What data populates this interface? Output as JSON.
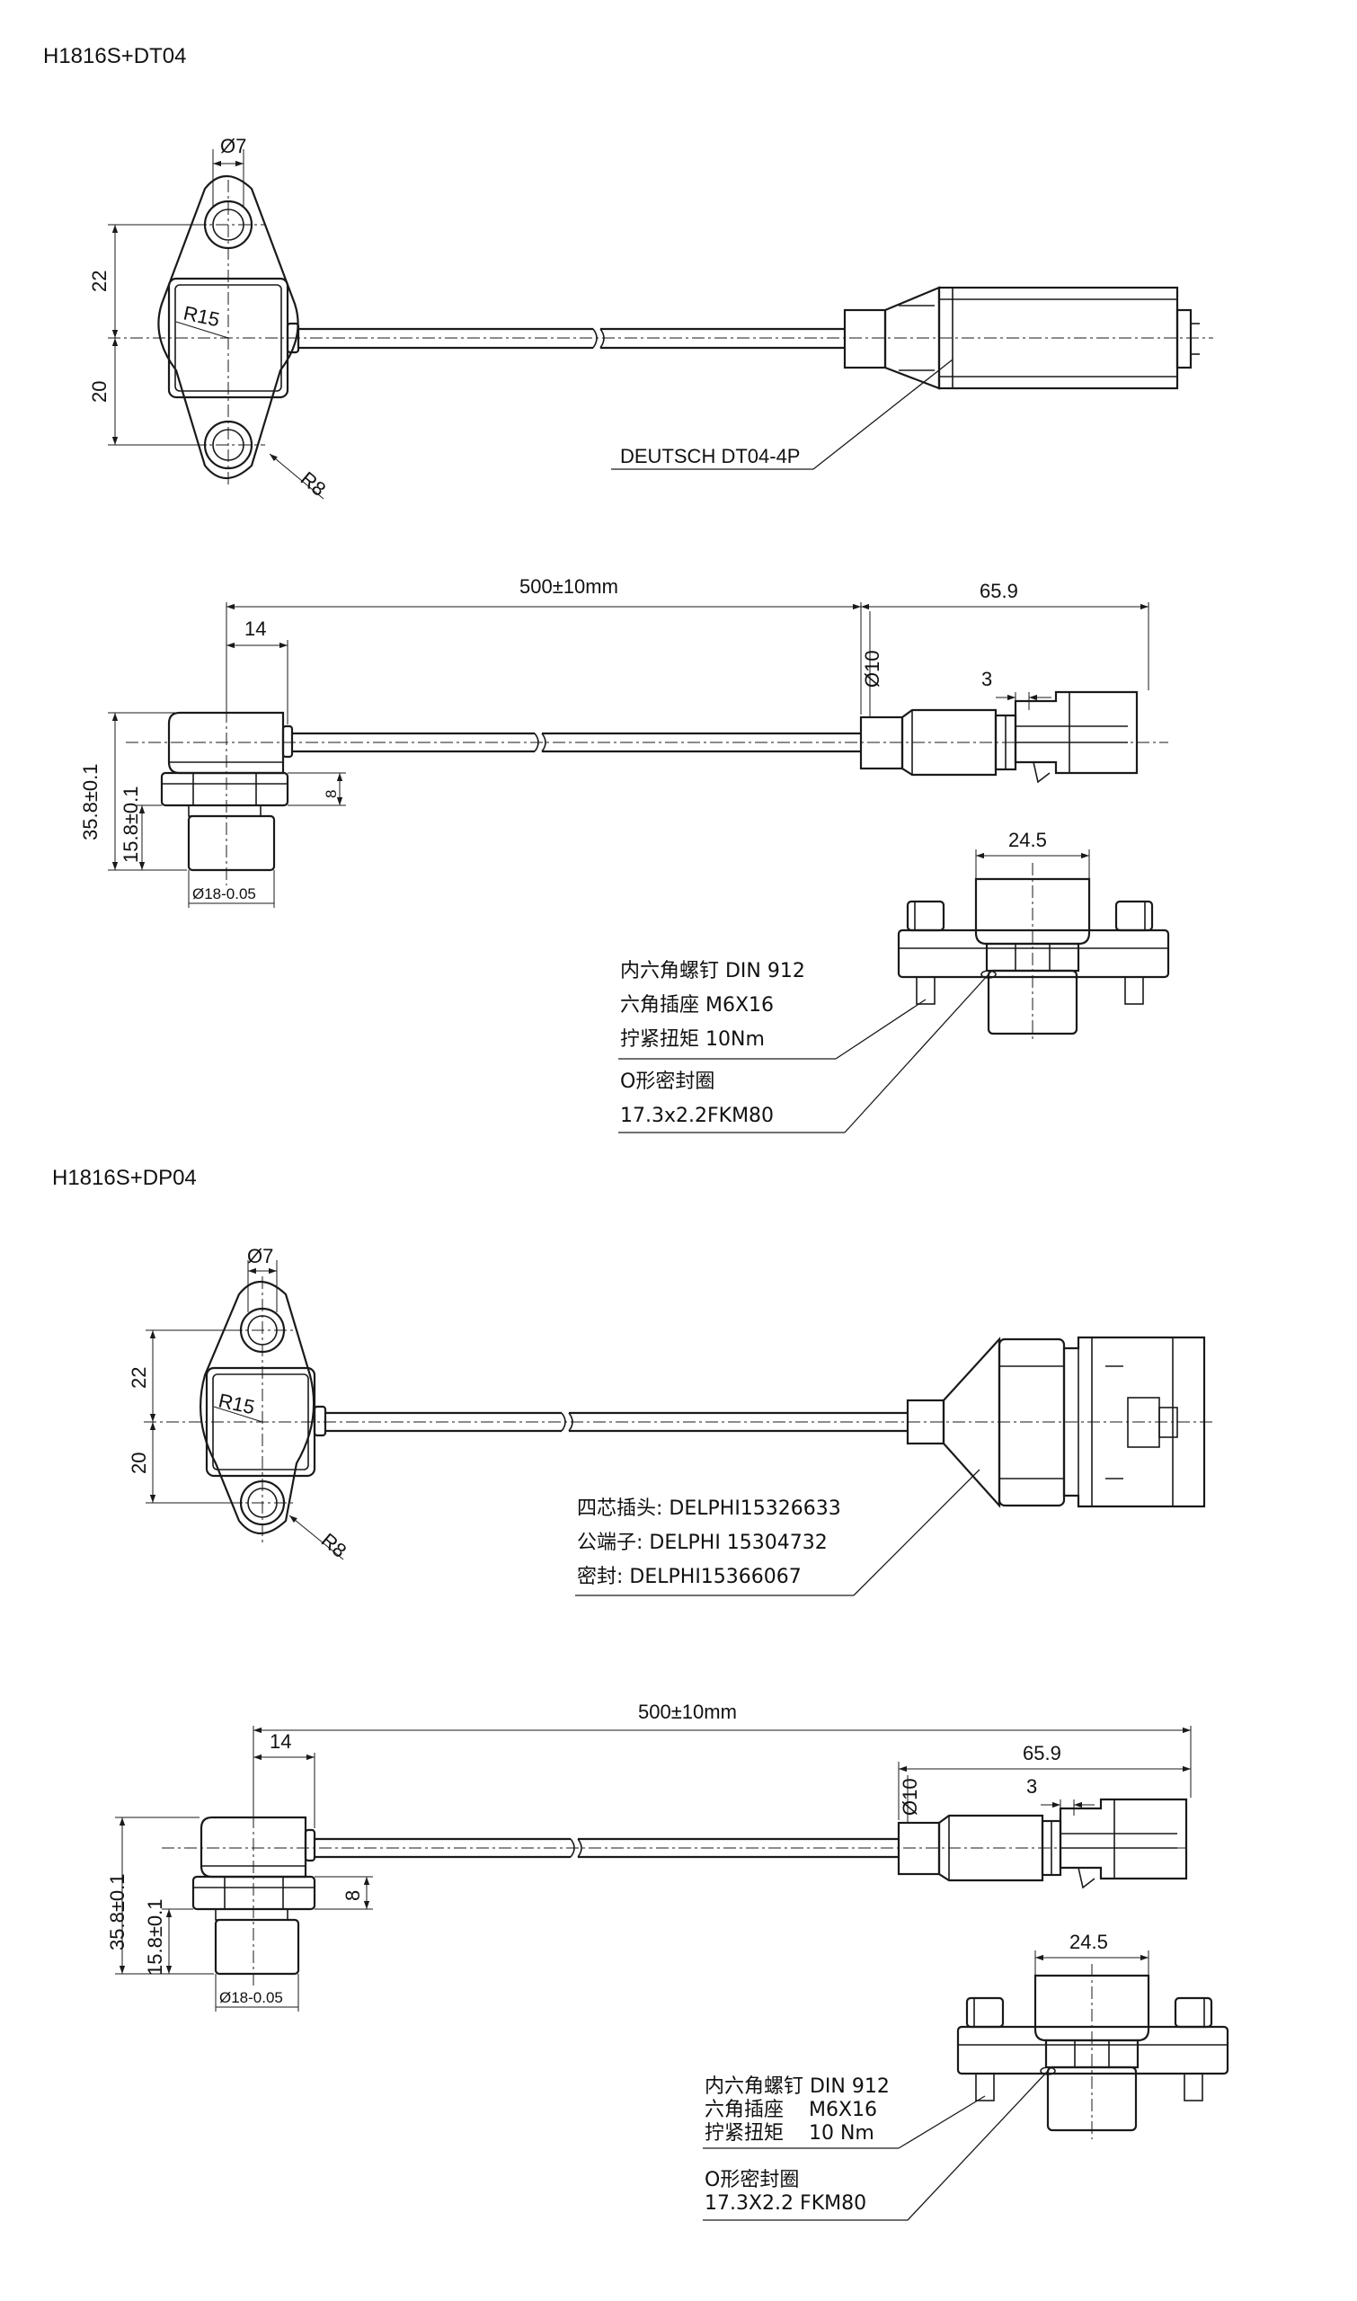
{
  "sections": [
    {
      "title": "H1816S+DT04",
      "top": {
        "hole_dia": "Ø7",
        "dim_upper": "22",
        "dim_lower": "20",
        "radius_body": "R15",
        "radius_flange": "R8",
        "connector_label": "DEUTSCH DT04-4P"
      },
      "side": {
        "cable_length": "500±10mm",
        "connector_length": "65.9",
        "offset": "14",
        "cable_dia": "Ø10",
        "pin_gap": "3",
        "total_height": "35.8±0.1",
        "spigot_height": "15.8±0.1",
        "step": "8",
        "spigot_dia": "Ø18-0.05"
      },
      "mount": {
        "width": "24.5",
        "screw_lines": [
          "内六角螺钉 DIN 912",
          "六角插座  M6X16",
          "拧紧扭矩  10Nm"
        ],
        "seal_lines": [
          "O形密封圈",
          "17.3x2.2FKM80"
        ]
      }
    },
    {
      "title": "H1816S+DP04",
      "top": {
        "hole_dia": "Ø7",
        "dim_upper": "22",
        "dim_lower": "20",
        "radius_body": "R15",
        "radius_flange": "R8",
        "connector_lines": [
          "四芯插头: DELPHI15326633",
          "公端子: DELPHI 15304732",
          "密封: DELPHI15366067"
        ]
      },
      "side": {
        "cable_length": "500±10mm",
        "connector_length": "65.9",
        "offset": "14",
        "cable_dia": "Ø10",
        "pin_gap": "3",
        "total_height": "35.8±0.1",
        "spigot_height": "15.8±0.1",
        "step": "8",
        "spigot_dia": "Ø18-0.05"
      },
      "mount": {
        "width": "24.5",
        "screw_lines": [
          "内六角螺钉 DIN 912",
          "六角插座    M6X16",
          "拧紧扭矩    10 Nm"
        ],
        "seal_lines": [
          "O形密封圈",
          "17.3X2.2 FKM80"
        ]
      }
    }
  ]
}
